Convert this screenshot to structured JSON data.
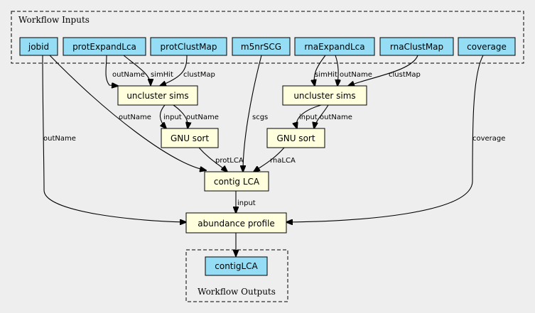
{
  "clusters": {
    "inputs_label": "Workflow Inputs",
    "outputs_label": "Workflow Outputs"
  },
  "inputs": {
    "jobid": "jobid",
    "protExpandLca": "protExpandLca",
    "protClustMap": "protClustMap",
    "m5nrSCG": "m5nrSCG",
    "rnaExpandLca": "rnaExpandLca",
    "rnaClustMap": "rnaClustMap",
    "coverage": "coverage"
  },
  "steps": {
    "uncluster_prot": "uncluster sims",
    "uncluster_rna": "uncluster sims",
    "sort_prot": "GNU sort",
    "sort_rna": "GNU sort",
    "contig_lca": "contig LCA",
    "abundance": "abundance profile"
  },
  "outputs": {
    "contigLCA": "contigLCA"
  },
  "edge_labels": {
    "prot_outName": "outName",
    "prot_simHit": "simHit",
    "prot_clustMap": "clustMap",
    "rna_simHit": "simHit",
    "rna_outName": "outName",
    "rna_clustMap": "clustMap",
    "jobid_outName_lca": "outName",
    "jobid_outName_abund": "outName",
    "sortp_input": "input",
    "sortp_outName": "outName",
    "sortr_input": "input",
    "sortr_outName": "outName",
    "scgs": "scgs",
    "protLCA": "protLCA",
    "rnaLCA": "rnaLCA",
    "coverage": "coverage",
    "abund_input": "input"
  },
  "colors": {
    "background": "#eeeeee",
    "io_fill": "#94ddf4",
    "step_fill": "#ffffdd",
    "stroke": "#000000"
  }
}
